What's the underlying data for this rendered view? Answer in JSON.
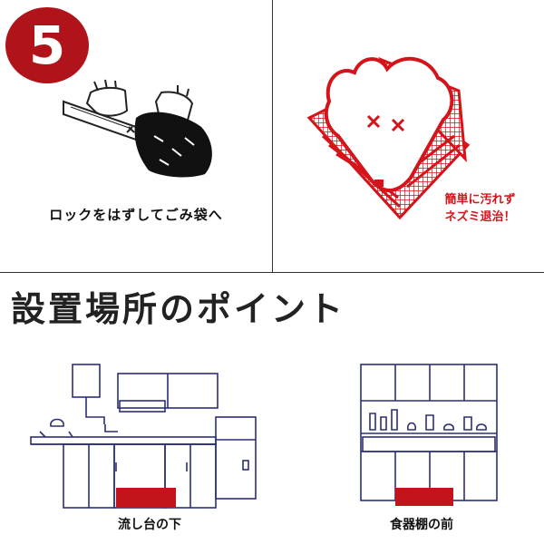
{
  "step": {
    "number": "5"
  },
  "top_left": {
    "caption": "ロックをはずしてごみ袋へ"
  },
  "top_right": {
    "caption_line1": "簡単に汚れず",
    "caption_line2": "ネズミ退治！"
  },
  "section": {
    "title": "設置場所のポイント"
  },
  "locations": [
    {
      "label": "流し台の下"
    },
    {
      "label": "食器棚の前"
    }
  ],
  "colors": {
    "accent_red": "#b0141a",
    "marker_red": "#c3141b",
    "sketch_blue": "#2b2f7a",
    "text_dark": "#222222"
  },
  "icons": [
    "hands-trap-icon",
    "trapped-mouse-sheet-icon",
    "kitchen-sink-icon",
    "cupboard-icon"
  ]
}
